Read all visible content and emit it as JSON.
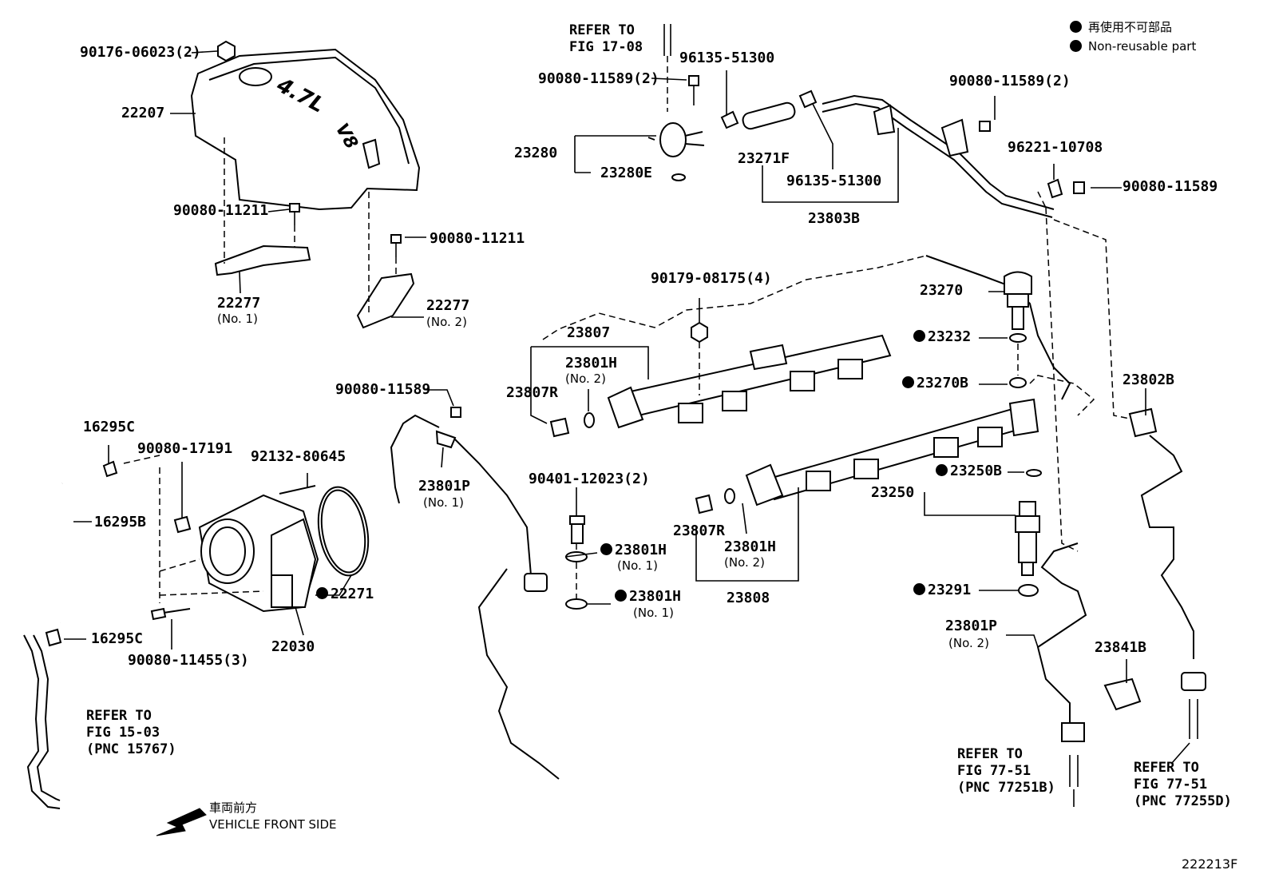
{
  "legend": {
    "jp": "再使用不可部品",
    "en": "Non-reusable part"
  },
  "figure_id": "222213F",
  "front": {
    "jp": "車両前方",
    "en": "VEHICLE FRONT SIDE"
  },
  "refs": {
    "fig_17_08": "REFER TO\nFIG 17-08",
    "fig_15_03": "REFER TO\nFIG 15-03\n(PNC 15767)",
    "fig_77_51b": "REFER TO\nFIG 77-51\n(PNC 77251B)",
    "fig_77_51d": "REFER TO\nFIG 77-51\n(PNC 77255D)"
  },
  "labels": {
    "p90176": "90176-06023(2)",
    "p22207": "22207",
    "p90080_11211_a": "90080-11211",
    "p90080_11211_b": "90080-11211",
    "p22277_1": "22277",
    "p22277_1_sub": "(No. 1)",
    "p22277_2": "22277",
    "p22277_2_sub": "(No. 2)",
    "p90080_11589_top": "90080-11589(2)",
    "p96135_a": "96135-51300",
    "p23280": "23280",
    "p23280E": "23280E",
    "p23271F": "23271F",
    "p96135_b": "96135-51300",
    "p23803B": "23803B",
    "p90080_11589_right2": "90080-11589(2)",
    "p96221": "96221-10708",
    "p90080_11589_right": "90080-11589",
    "p90179": "90179-08175(4)",
    "p23270": "23270",
    "p23232": "23232",
    "p23270B": "23270B",
    "p23807": "23807",
    "p23801H_2a": "23801H",
    "p23801H_2a_sub": "(No. 2)",
    "p23807R_a": "23807R",
    "p23802B": "23802B",
    "p90080_11589_mid": "90080-11589",
    "p16295C_a": "16295C",
    "p90080_17191": "90080-17191",
    "p92132": "92132-80645",
    "p16295B": "16295B",
    "p23801P_1": "23801P",
    "p23801P_1_sub": "(No. 1)",
    "p90401": "90401-12023(2)",
    "p23250B": "23250B",
    "p23250": "23250",
    "p23807R_b": "23807R",
    "p23801H_2b": "23801H",
    "p23801H_2b_sub": "(No. 2)",
    "p23801H_1a": "23801H",
    "p23801H_1a_sub": "(No. 1)",
    "p22271": "22271",
    "p23808": "23808",
    "p23801H_1b": "23801H",
    "p23801H_1b_sub": "(No. 1)",
    "p23291": "23291",
    "p16295C_b": "16295C",
    "p22030": "22030",
    "p90080_11455": "90080-11455(3)",
    "p23801P_2": "23801P",
    "p23801P_2_sub": "(No. 2)",
    "p23841B": "23841B"
  }
}
